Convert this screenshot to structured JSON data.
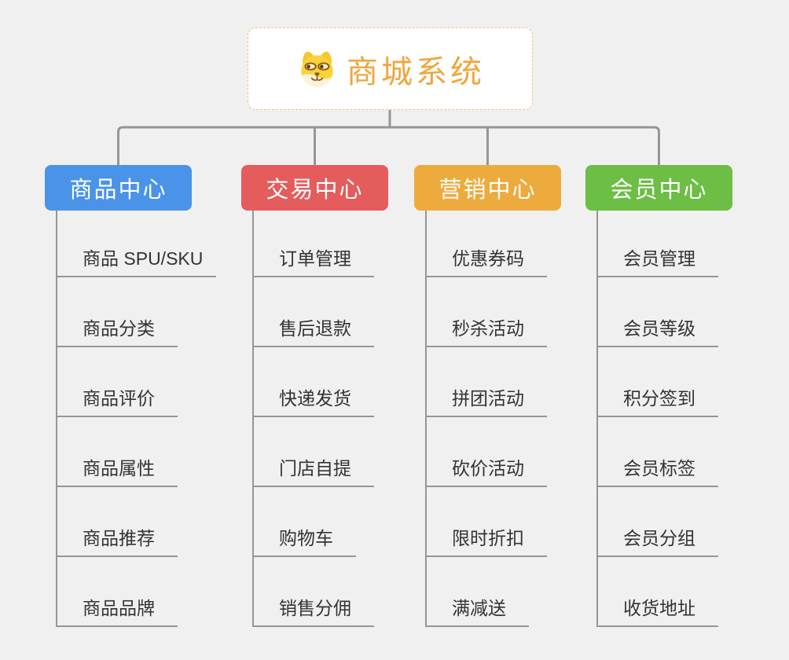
{
  "root": {
    "title": "商城系统",
    "icon": "shiba-dog-icon"
  },
  "colors": {
    "background": "#F0F0F0",
    "root_background": "#FFFFFF",
    "root_border": "#F2BE6E",
    "root_text": "#EFA63E",
    "connector_line": "#969696",
    "leaf_line": "#969696",
    "leaf_text": "#333333",
    "branch_text": "#FFFFFF"
  },
  "branches": [
    {
      "title": "商品中心",
      "color": "#4A93E9",
      "items": [
        "商品 SPU/SKU",
        "商品分类",
        "商品评价",
        "商品属性",
        "商品推荐",
        "商品品牌"
      ]
    },
    {
      "title": "交易中心",
      "color": "#E45C5C",
      "items": [
        "订单管理",
        "售后退款",
        "快递发货",
        "门店自提",
        "购物车",
        "销售分佣"
      ]
    },
    {
      "title": "营销中心",
      "color": "#EDAB3D",
      "items": [
        "优惠券码",
        "秒杀活动",
        "拼团活动",
        "砍价活动",
        "限时折扣",
        "满减送"
      ]
    },
    {
      "title": "会员中心",
      "color": "#6CBE44",
      "items": [
        "会员管理",
        "会员等级",
        "积分签到",
        "会员标签",
        "会员分组",
        "收货地址"
      ]
    }
  ]
}
